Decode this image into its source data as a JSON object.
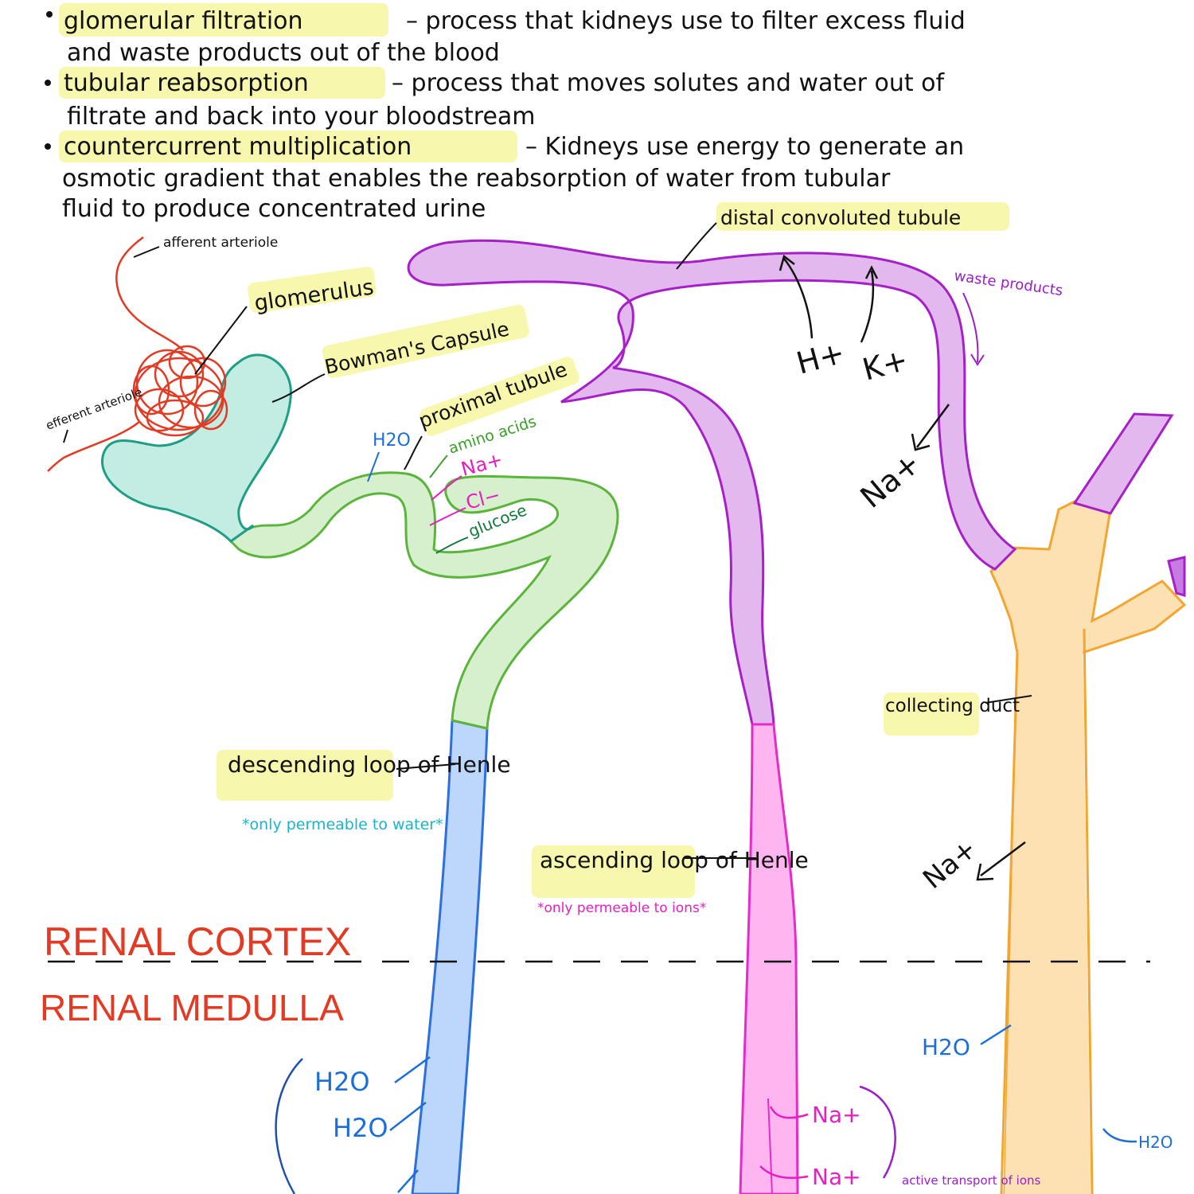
{
  "colors": {
    "ink": "#111111",
    "highlight": "#f6f6a0",
    "glomerulus": "#e8321e",
    "bowman_fill": "#c3ece3",
    "bowman_stroke": "#1f9e86",
    "proximal_fill": "#d6efcc",
    "proximal_stroke": "#5bb53c",
    "descending_fill": "#bcd7fb",
    "descending_stroke": "#2b6fe0",
    "ascending_fill": "#ffb6f0",
    "ascending_stroke": "#e62cc8",
    "distal_fill": "#e2b8ee",
    "distal_stroke": "#a620c7",
    "collecting_fill": "#fde1b3",
    "collecting_stroke": "#f3a531",
    "water_blue": "#1d6fd8",
    "cyan": "#19b3cf",
    "magenta": "#e81ec0",
    "purple": "#9a1ec9",
    "green": "#3aa02a",
    "dark_green": "#0e7a3a",
    "red": "#e33a23"
  },
  "definitions": [
    {
      "term": "glomerular filtration",
      "text": "– process that kidneys use to filter excess fluid",
      "line2": "and waste products out of the blood"
    },
    {
      "term": "tubular reabsorption",
      "text": "– process that moves solutes and water out of",
      "line2": "filtrate and back into your bloodstream"
    },
    {
      "term": "countercurrent multiplication",
      "text": "– Kidneys use energy to generate an",
      "line2": "osmotic gradient that enables the reabsorption of water from tubular",
      "line3": "fluid to produce concentrated urine"
    }
  ],
  "labels": {
    "afferent": "afferent arteriole",
    "efferent": "efferent arteriole",
    "glomerulus": "glomerulus",
    "bowman": "Bowman's Capsule",
    "proximal": "proximal tubule",
    "distal": "distal convoluted tubule",
    "waste": "waste products",
    "collecting": "collecting duct",
    "descending": "descending loop of Henle",
    "descending_note": "*only permeable to water*",
    "ascending": "ascending loop of Henle",
    "ascending_note": "*only permeable to ions*",
    "cortex": "RENAL CORTEX",
    "medulla": "RENAL MEDULLA",
    "active_transport": "active transport of ions"
  },
  "solutes": {
    "h2o": "H2O",
    "amino": "amino acids",
    "na": "Na+",
    "cl": "Cl−",
    "glucose": "glucose",
    "h": "H+",
    "k": "K+"
  }
}
